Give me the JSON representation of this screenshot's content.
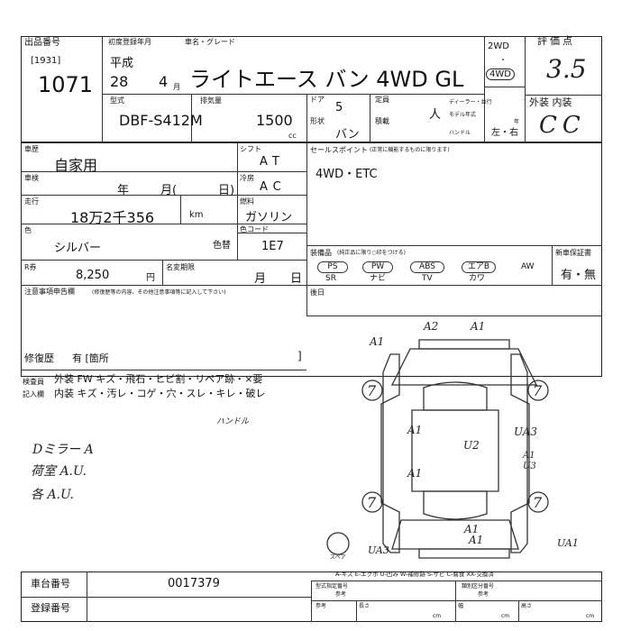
{
  "lot": {
    "label": "出品番号",
    "code": "[1931]",
    "number": "1071"
  },
  "registration": {
    "label": "初度登録年月",
    "era": "平成",
    "year": "28",
    "month": "4",
    "month_unit": "月"
  },
  "vehicle": {
    "label": "車名・グレード",
    "name": "ライトエース バン 4WD GL"
  },
  "drive": {
    "opt1": "2WD",
    "opt2": "4WD",
    "dot": "・"
  },
  "score": {
    "label": "評価点",
    "value": "3.5"
  },
  "model": {
    "label": "型式",
    "value": "DBF-S412M"
  },
  "displacement": {
    "label": "排気量",
    "value": "1500",
    "unit": "cc"
  },
  "doors": {
    "label": "ドア",
    "value": "5"
  },
  "capacity": {
    "label": "定員",
    "unit": "人"
  },
  "shape": {
    "label": "形状",
    "value": "バン"
  },
  "load": {
    "label": "積載"
  },
  "dealer": {
    "label": "ディーラー・並行",
    "model_year": "モデル年式",
    "year_unit": "年",
    "handle_label": "ハンドル",
    "handle_value": "左・右"
  },
  "exterior_interior": {
    "label": "外装 内装",
    "value": "CC"
  },
  "usage": {
    "label": "車歴",
    "value": "自家用"
  },
  "shift": {
    "label": "シフト",
    "value": "AT"
  },
  "inspection": {
    "label": "車検",
    "year": "年",
    "month": "月(",
    "day": "日)"
  },
  "ac": {
    "label": "冷房",
    "value": "AC"
  },
  "mileage": {
    "label": "走行",
    "value": "18万2千356",
    "unit": "km"
  },
  "fuel": {
    "label": "燃料",
    "value": "ガソリン"
  },
  "color": {
    "label": "色",
    "value": "シルバー",
    "change_label": "色替",
    "code_label": "色コード",
    "code": "1E7"
  },
  "recycle": {
    "label": "R券",
    "value": "8,250",
    "unit": "円"
  },
  "name_change": {
    "label": "名変期限",
    "month": "月",
    "day": "日"
  },
  "sales_point": {
    "label": "セールスポイント",
    "note": "(正常に機能するものに限ります)",
    "value": "4WD・ETC"
  },
  "equipment": {
    "label": "装備品",
    "note": "(純正品に限り○印をつける)",
    "items_row1": [
      "PS",
      "PW",
      "ABS",
      "エアB",
      "AW"
    ],
    "items_row2": [
      "SR",
      "ナビ",
      "TV",
      "カワ"
    ]
  },
  "warranty": {
    "label": "新車保証書",
    "value": "有・無"
  },
  "notes": {
    "label": "注意事項申告欄",
    "sub": "(修復歴等の内容、その他注意事項等に記入して下さい)"
  },
  "repair": {
    "label": "修復歴",
    "value": "有 [箇所",
    "close": "]"
  },
  "inspector": {
    "label1": "検査員",
    "label2": "記入欄",
    "row1": "外装 FW キズ・飛石・ヒビ割・リペア跡・×要",
    "row2": "内装 キズ・汚レ・コゲ・穴・スレ・キレ・破レ",
    "handle_note": "ハンドル"
  },
  "handwritten_notes": [
    "Dミラー A",
    "荷室 A.U.",
    "各 A.U."
  ],
  "after_label": "後日",
  "diagram_marks": [
    "A2",
    "A1",
    "A1",
    "A1",
    "A1",
    "UA3",
    "U2",
    "A1",
    "U3",
    "A1",
    "UA3",
    "A1",
    "UA1",
    "7",
    "7",
    "7",
    "7",
    "スペア"
  ],
  "legend": "A-キズ E-エクボ U-凹み W-補修跡 S-サビ C-腐食 XX-交換済",
  "chassis": {
    "label": "車台番号",
    "value": "0017379"
  },
  "registration_no": {
    "label": "登録番号"
  },
  "footer": {
    "model_label": "型式指定番号",
    "category_label": "類別区分番号",
    "ref": "参考",
    "length": "長さ",
    "width": "幅",
    "height": "高さ",
    "unit": "cm"
  }
}
